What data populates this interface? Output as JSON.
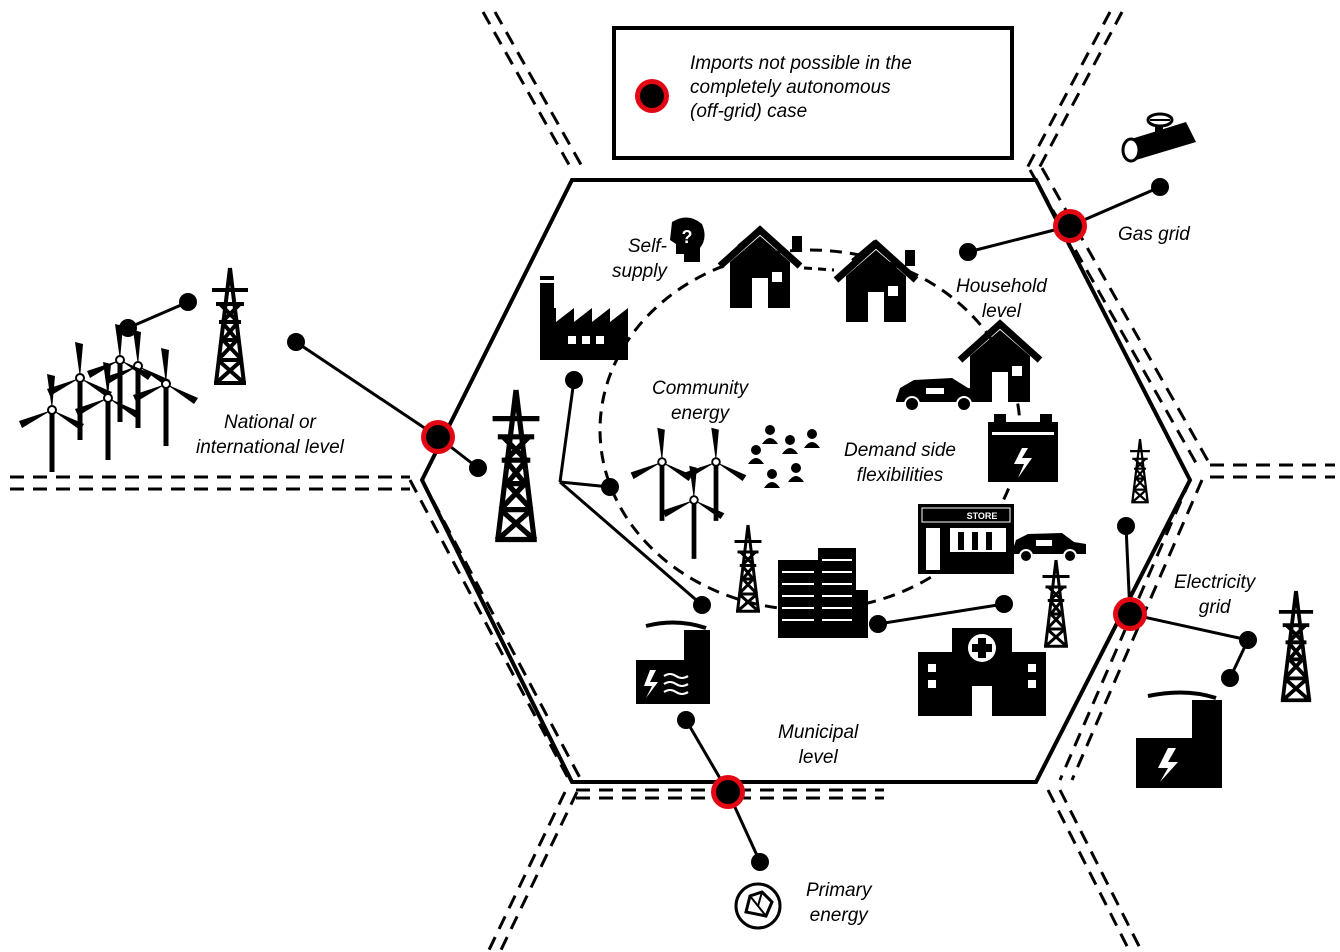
{
  "legend": {
    "marker": "red-ring-black-dot",
    "lines": [
      "Imports not possible in the",
      "completely autonomous",
      "(off-grid) case"
    ]
  },
  "labels": {
    "self_supply": [
      "Self-",
      "supply"
    ],
    "household": [
      "Household",
      "level"
    ],
    "gas_grid": [
      "Gas grid"
    ],
    "national": [
      "National or",
      "international level"
    ],
    "community": [
      "Community",
      "energy"
    ],
    "demand_side": [
      "Demand side",
      "flexibilities"
    ],
    "electricity_grid": [
      "Electricity",
      "grid"
    ],
    "municipal": [
      "Municipal",
      "level"
    ],
    "primary_energy": [
      "Primary",
      "energy"
    ]
  },
  "colors": {
    "ink": "#000000",
    "ring": "#e30613",
    "background": "#ffffff"
  },
  "icons": [
    "wind-turbine-icon",
    "transmission-tower-icon",
    "factory-icon",
    "house-solar-icon",
    "question-head-icon",
    "people-group-icon",
    "electric-car-icon",
    "battery-icon",
    "store-icon",
    "skyscraper-icon",
    "hospital-icon",
    "power-plant-icon",
    "gas-pipe-valve-icon",
    "primary-energy-rock-icon"
  ]
}
